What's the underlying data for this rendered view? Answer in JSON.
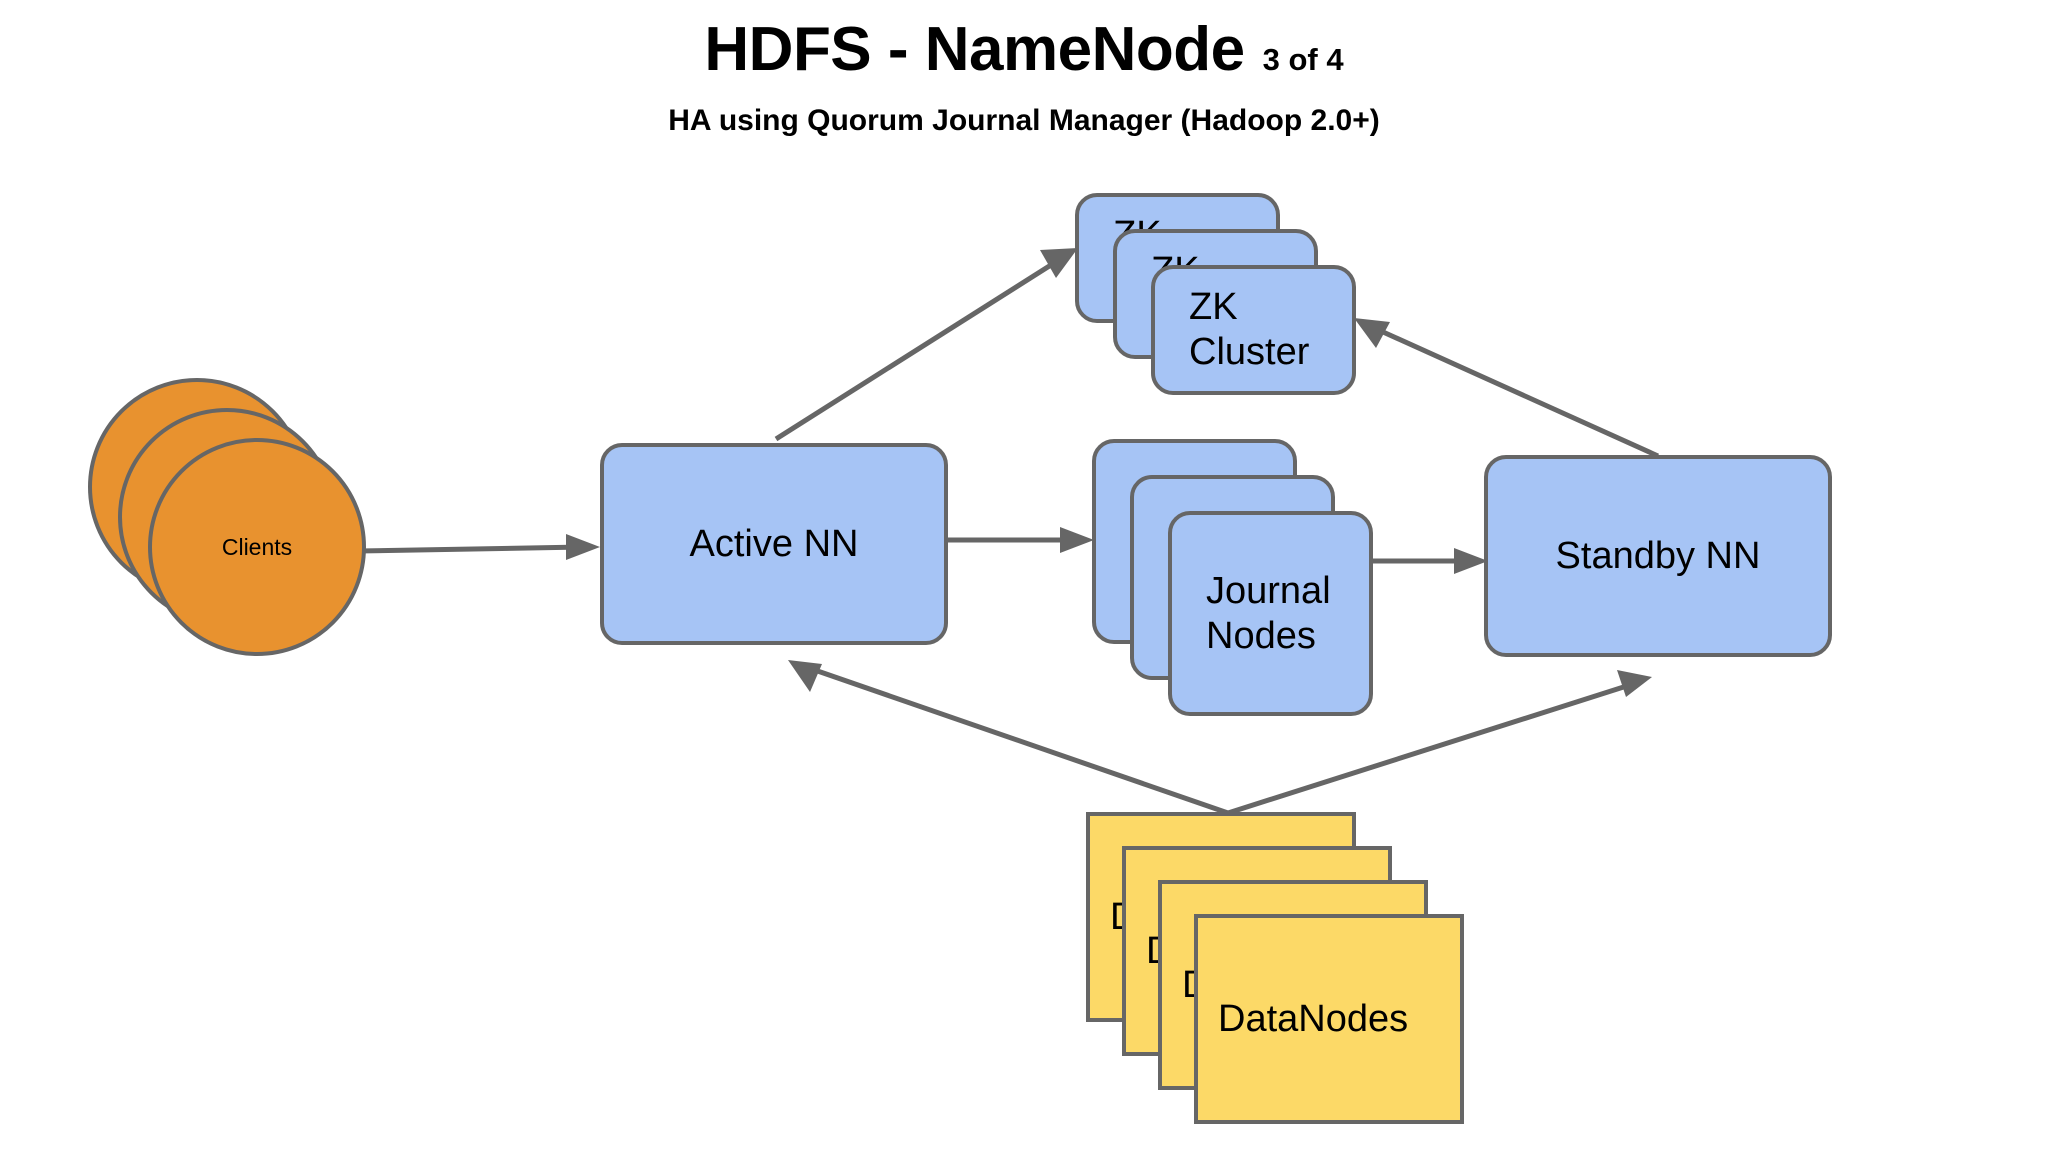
{
  "header": {
    "title_main": "HDFS - NameNode",
    "title_count": "3 of 4",
    "subtitle": "HA using Quorum Journal Manager (Hadoop 2.0+)"
  },
  "colors": {
    "node_blue_fill": "#a6c4f5",
    "datanode_yellow_fill": "#fcd967",
    "client_orange_fill": "#e8922f",
    "stroke_gray": "#666666",
    "background": "#ffffff",
    "text": "#000000"
  },
  "nodes": {
    "clients": {
      "label": "Clients",
      "stack_count": 3,
      "shape": "circle"
    },
    "active_nn": {
      "label": "Active NN",
      "shape": "rounded-rect"
    },
    "standby_nn": {
      "label": "Standby NN",
      "shape": "rounded-rect"
    },
    "zk_cluster": {
      "label": "ZK\nCluster",
      "stack_count": 3,
      "shape": "rounded-rect"
    },
    "journal_nodes": {
      "label": "Journal\nNodes",
      "stack_count": 3,
      "shape": "rounded-rect"
    },
    "data_nodes": {
      "label": "DataNodes",
      "stack_count": 4,
      "shape": "rect"
    }
  },
  "edges": [
    {
      "id": "clients-to-active-nn",
      "from": "clients",
      "to": "active_nn",
      "label": ""
    },
    {
      "id": "active-nn-to-zk",
      "from": "active_nn",
      "to": "zk_cluster",
      "label": ""
    },
    {
      "id": "standby-nn-to-zk",
      "from": "standby_nn",
      "to": "zk_cluster",
      "label": ""
    },
    {
      "id": "active-nn-to-journal",
      "from": "active_nn",
      "to": "journal_nodes",
      "label": ""
    },
    {
      "id": "journal-to-standby-nn",
      "from": "journal_nodes",
      "to": "standby_nn",
      "label": ""
    },
    {
      "id": "datanodes-to-active-nn",
      "from": "data_nodes",
      "to": "active_nn",
      "label": ""
    },
    {
      "id": "datanodes-to-standby-nn",
      "from": "data_nodes",
      "to": "standby_nn",
      "label": ""
    }
  ]
}
